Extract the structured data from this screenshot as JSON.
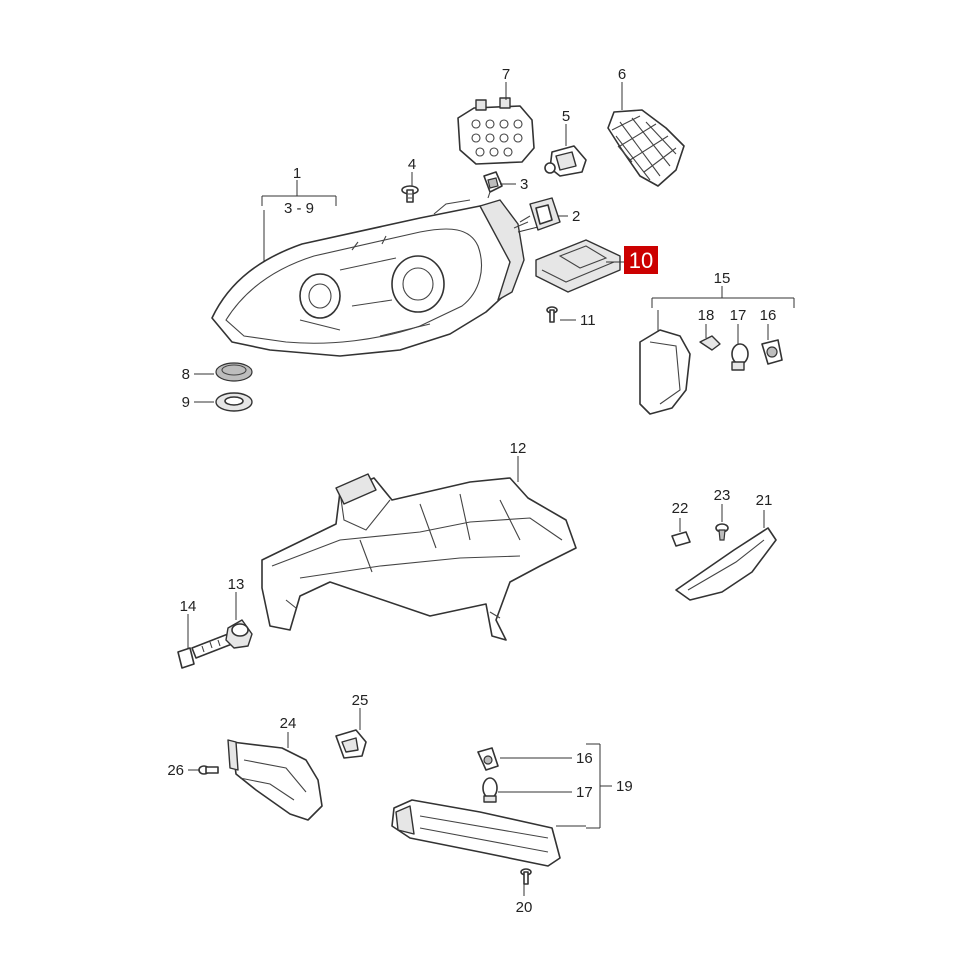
{
  "labels": {
    "p1": "1",
    "p1_range": "3 - 9",
    "p2": "2",
    "p3": "3",
    "p4": "4",
    "p5": "5",
    "p6": "6",
    "p7": "7",
    "p8": "8",
    "p9": "9",
    "p10": "10",
    "p11": "11",
    "p12": "12",
    "p13": "13",
    "p14": "14",
    "p15": "15",
    "p16a": "16",
    "p16b": "16",
    "p17a": "17",
    "p17b": "17",
    "p18": "18",
    "p19": "19",
    "p20": "20",
    "p21": "21",
    "p22": "22",
    "p23": "23",
    "p24": "24",
    "p25": "25",
    "p26": "26"
  },
  "highlight": {
    "part": "10",
    "color": "#cc0000"
  }
}
